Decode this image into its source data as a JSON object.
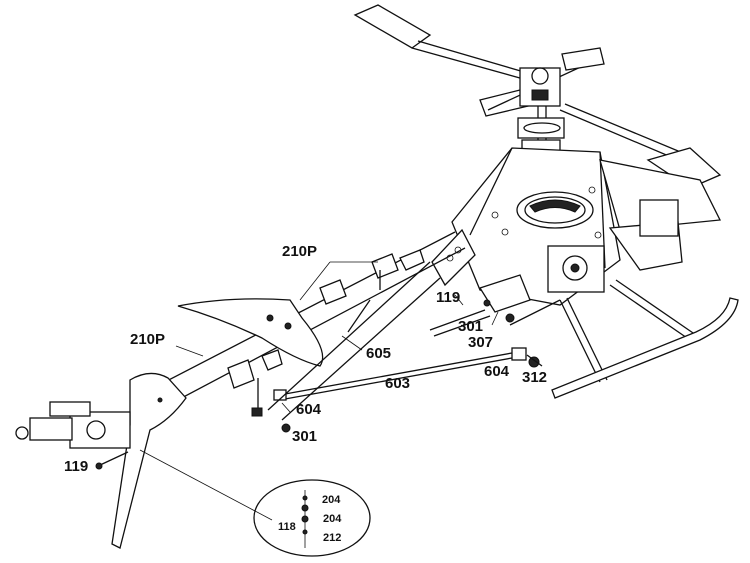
{
  "labels": {
    "p210p_top": "210P",
    "p210p_left": "210P",
    "p119_body": "119",
    "p301_body": "301",
    "p307": "307",
    "p605": "605",
    "p604_mid": "604",
    "p603": "603",
    "p604_right": "604",
    "p312": "312",
    "p301_lower": "301",
    "p119_tail": "119"
  },
  "inset": {
    "p204_a": "204",
    "p204_b": "204",
    "p118": "118",
    "p212": "212"
  }
}
